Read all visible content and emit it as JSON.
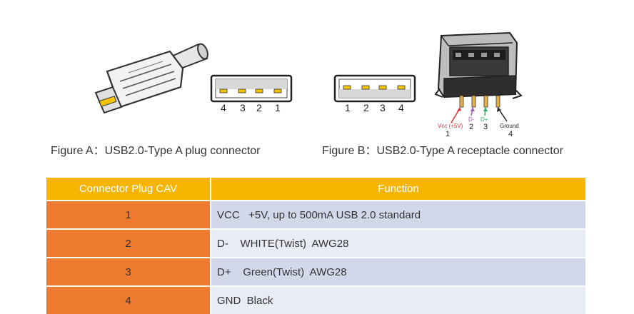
{
  "figure_a": {
    "caption": "Figure A：USB2.0-Type A plug connector",
    "pin_numbers": [
      "4",
      "3",
      "2",
      "1"
    ]
  },
  "figure_b": {
    "caption": "Figure B：USB2.0-Type A receptacle connector",
    "pin_numbers": [
      "1",
      "2",
      "3",
      "4"
    ],
    "receptacle_labels": {
      "vcc": "Vcc (+5V)",
      "dminus": "D-",
      "dplus": "D+",
      "ground": "Ground",
      "num1": "1",
      "num2": "2",
      "num3": "3",
      "num4": "4"
    }
  },
  "colors": {
    "header": "#f7b500",
    "pin_col": "#ee7b30",
    "row_a": "#d2d8ea",
    "row_b": "#e9ecf5",
    "vcc_red": "#e03030",
    "dminus_purple": "#9b59b6",
    "dplus_green": "#27ae60"
  },
  "table": {
    "headers": [
      "Connector Plug CAV",
      "Function"
    ],
    "rows": [
      {
        "pin": "1",
        "function": "VCC   +5V, up to 500mA USB 2.0 standard"
      },
      {
        "pin": "2",
        "function": "D-    WHITE(Twist)  AWG28"
      },
      {
        "pin": "3",
        "function": "D+    Green(Twist)  AWG28"
      },
      {
        "pin": "4",
        "function": "GND  Black"
      }
    ]
  }
}
